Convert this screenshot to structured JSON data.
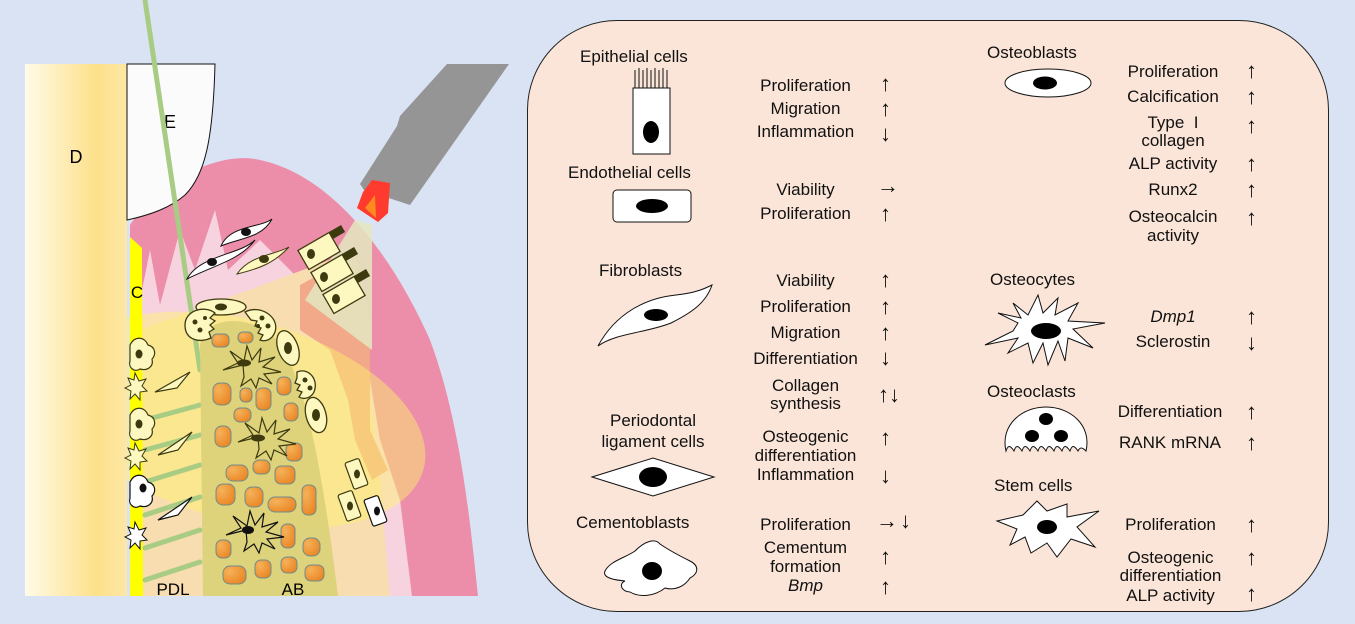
{
  "illustration": {
    "labels": {
      "dentin": "D",
      "enamel": "E",
      "cementum": "C",
      "periodontal_ligament": "PDL",
      "alveolar_bone": "AB"
    },
    "colors": {
      "background": "#dae3f3",
      "dentin": "#fde08a",
      "enamel": "#fbfbfb",
      "cementum": "#ffff00",
      "gingiva": "#ec8ea9",
      "gingiva_light": "#f6d3df",
      "pdl_zone": "#f8ddb0",
      "bone": "#dcd27a",
      "bone_cavity": "#f0922a",
      "laser_body": "#959595",
      "laser_tip": "#ff3a2e",
      "laser_beam": "#e4e8c0"
    }
  },
  "panel": {
    "colors": {
      "fill": "#fbe5d8",
      "border": "#222222"
    },
    "left_column": [
      {
        "cell": "Epithelial cells",
        "effects": [
          {
            "text": "Proliferation",
            "arrow": "↑"
          },
          {
            "text": "Migration",
            "arrow": "↑"
          },
          {
            "text": "Inflammation",
            "arrow": "↓"
          }
        ]
      },
      {
        "cell": "Endothelial cells",
        "effects": [
          {
            "text": "Viability",
            "arrow": "→"
          },
          {
            "text": "Proliferation",
            "arrow": "↑"
          }
        ]
      },
      {
        "cell": "Fibroblasts",
        "effects": [
          {
            "text": "Viability",
            "arrow": "↑"
          },
          {
            "text": "Proliferation",
            "arrow": "↑"
          },
          {
            "text": "Migration",
            "arrow": "↑"
          },
          {
            "text": "Differentiation",
            "arrow": "↓"
          },
          {
            "text": "Collagen synthesis",
            "line1": "Collagen",
            "line2": "synthesis",
            "arrow": "↑↓"
          }
        ]
      },
      {
        "cell": "Periodontal ligament cells",
        "cell_line1": "Periodontal",
        "cell_line2": "ligament cells",
        "effects": [
          {
            "text": "Osteogenic differentiation",
            "line1": "Osteogenic",
            "line2": "differentiation",
            "arrow": "↑"
          },
          {
            "text": "Inflammation",
            "arrow": "↓"
          }
        ]
      },
      {
        "cell": "Cementoblasts",
        "effects": [
          {
            "text": "Proliferation",
            "arrow": "→↓"
          },
          {
            "text": "Cementum formation",
            "line1": "Cementum",
            "line2": "formation",
            "arrow": "↑"
          },
          {
            "text": "Bmp",
            "italic": true,
            "arrow": "↑"
          }
        ]
      }
    ],
    "right_column": [
      {
        "cell": "Osteoblasts",
        "effects": [
          {
            "text": "Proliferation",
            "arrow": "↑"
          },
          {
            "text": "Calcification",
            "arrow": "↑"
          },
          {
            "text": "Type I collagen",
            "line1": "Type  I",
            "line2": "collagen",
            "arrow": "↑"
          },
          {
            "text": "ALP activity",
            "arrow": "↑"
          },
          {
            "text": "Runx2",
            "arrow": "↑"
          },
          {
            "text": "Osteocalcin activity",
            "line1": "Osteocalcin",
            "line2": "activity",
            "arrow": "↑"
          }
        ]
      },
      {
        "cell": "Osteocytes",
        "effects": [
          {
            "text": "Dmp1",
            "italic": true,
            "arrow": "↑"
          },
          {
            "text": "Sclerostin",
            "arrow": "↓"
          }
        ]
      },
      {
        "cell": "Osteoclasts",
        "effects": [
          {
            "text": "Differentiation",
            "arrow": "↑"
          },
          {
            "text": "RANK mRNA",
            "arrow": "↑"
          }
        ]
      },
      {
        "cell": "Stem cells",
        "effects": [
          {
            "text": "Proliferation",
            "arrow": "↑"
          },
          {
            "text": "Osteogenic differentiation",
            "line1": "Osteogenic",
            "line2": "differentiation",
            "arrow": "↑"
          },
          {
            "text": "ALP activity",
            "arrow": "↑"
          }
        ]
      }
    ]
  }
}
